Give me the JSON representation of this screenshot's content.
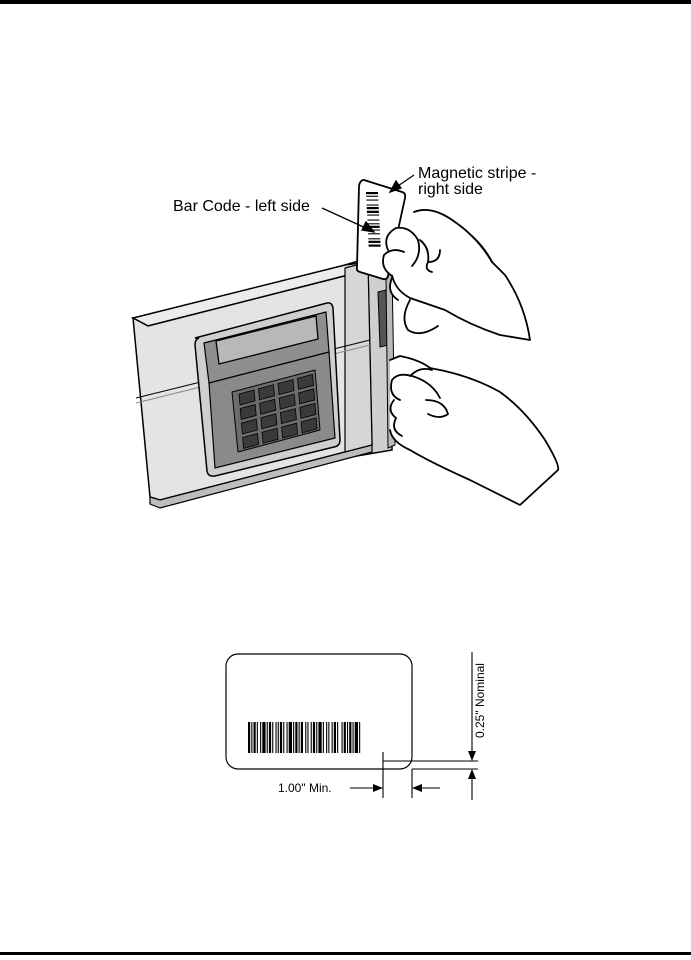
{
  "figure_top": {
    "callout_barcode": "Bar Code - left side",
    "callout_magstripe_line1": "Magnetic stripe -",
    "callout_magstripe_line2": "right side"
  },
  "figure_bottom": {
    "dim_min": "1.00\" Min.",
    "dim_nominal": "0.25\" Nominal"
  },
  "colors": {
    "ink": "#000000",
    "terminal_body": "#e4e4e4",
    "terminal_shadow": "#c8c8c8",
    "panel_dark": "#8a8a8a",
    "display": "#b4b4b4",
    "key": "#3a3a3a"
  }
}
